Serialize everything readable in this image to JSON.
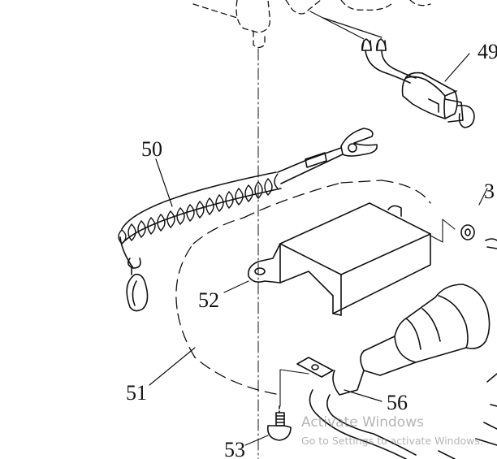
{
  "part_labels": {
    "p49": "49",
    "p50": "50",
    "p51": "51",
    "p52": "52",
    "p53": "53",
    "p56": "56",
    "p3x": "3"
  },
  "watermark": {
    "title": "Activate Windows",
    "subtitle": "Go to Settings to activate Windows."
  },
  "colors": {
    "ink": "#111111",
    "watermark": "#8a8a8a"
  }
}
